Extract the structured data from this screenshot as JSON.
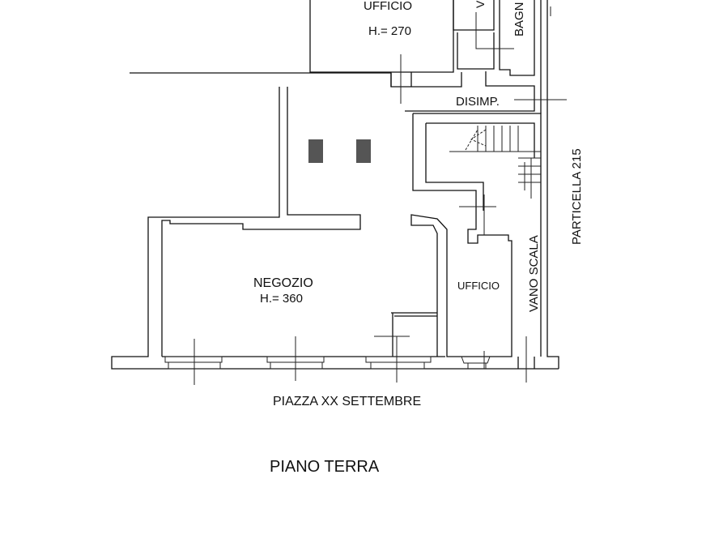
{
  "rooms": {
    "ufficio_top": {
      "name": "UFFICIO",
      "height": "H.= 270"
    },
    "wc_partial": "V",
    "bagno_partial": "BAGN",
    "disimpegno": "DISIMP.",
    "negozio": {
      "name": "NEGOZIO",
      "height": "H.= 360"
    },
    "ufficio_small": "UFFICIO",
    "vano_scala": "VANO SCALA"
  },
  "labels": {
    "particella": "PARTICELLA 215",
    "street": "PIAZZA XX SETTEMBRE",
    "floor": "PIANO TERRA"
  },
  "colors": {
    "lines": "#111111",
    "pillars": "#555555"
  }
}
